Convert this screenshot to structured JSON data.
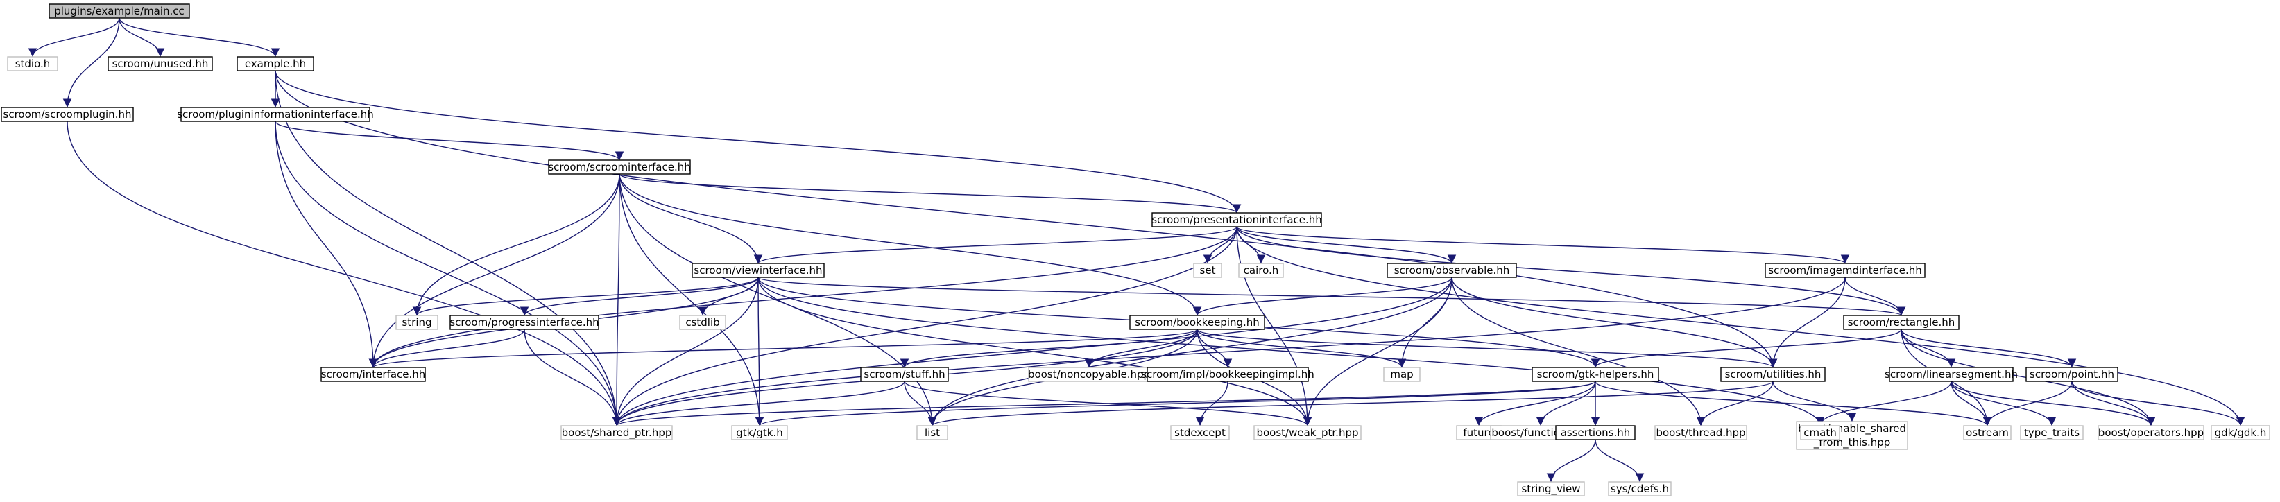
{
  "colors": {
    "edge": "#191970",
    "root_fill": "#bfbfbf",
    "node_fill": "#ffffff",
    "local_border": "#000000",
    "system_border": "#bfbfbf",
    "system_text": "#3f3f3f"
  },
  "nodes": [
    {
      "id": "main_cc",
      "label": "plugins/example/main.cc",
      "kind": "root"
    },
    {
      "id": "stdio_h",
      "label": "stdio.h",
      "kind": "system"
    },
    {
      "id": "unused_hh",
      "label": "scroom/unused.hh",
      "kind": "local"
    },
    {
      "id": "example_hh",
      "label": "example.hh",
      "kind": "local"
    },
    {
      "id": "scroomplugin_hh",
      "label": "scroom/scroomplugin.hh",
      "kind": "local"
    },
    {
      "id": "plugininfo_hh",
      "label": "scroom/plugininformationinterface.hh",
      "kind": "local"
    },
    {
      "id": "scroominterface_hh",
      "label": "scroom/scroominterface.hh",
      "kind": "local"
    },
    {
      "id": "presentationinterface_hh",
      "label": "scroom/presentationinterface.hh",
      "kind": "local"
    },
    {
      "id": "viewinterface_hh",
      "label": "scroom/viewinterface.hh",
      "kind": "local"
    },
    {
      "id": "set",
      "label": "set",
      "kind": "system"
    },
    {
      "id": "cairo_h",
      "label": "cairo.h",
      "kind": "system"
    },
    {
      "id": "observable_hh",
      "label": "scroom/observable.hh",
      "kind": "local"
    },
    {
      "id": "imagemdinterface_hh",
      "label": "scroom/imagemdinterface.hh",
      "kind": "local"
    },
    {
      "id": "string",
      "label": "string",
      "kind": "system"
    },
    {
      "id": "progressinterface_hh",
      "label": "scroom/progressinterface.hh",
      "kind": "local"
    },
    {
      "id": "cstdlib",
      "label": "cstdlib",
      "kind": "system"
    },
    {
      "id": "bookkeeping_hh",
      "label": "scroom/bookkeeping.hh",
      "kind": "local"
    },
    {
      "id": "rectangle_hh",
      "label": "scroom/rectangle.hh",
      "kind": "local"
    },
    {
      "id": "interface_hh",
      "label": "scroom/interface.hh",
      "kind": "local"
    },
    {
      "id": "noncopyable_hpp",
      "label": "boost/noncopyable.hpp",
      "kind": "system"
    },
    {
      "id": "map",
      "label": "map",
      "kind": "system"
    },
    {
      "id": "gtkhelpers_hh",
      "label": "scroom/gtk-helpers.hh",
      "kind": "local"
    },
    {
      "id": "utilities_hh",
      "label": "scroom/utilities.hh",
      "kind": "local"
    },
    {
      "id": "linearsegment_hh",
      "label": "scroom/linearsegment.hh",
      "kind": "local"
    },
    {
      "id": "point_hh",
      "label": "scroom/point.hh",
      "kind": "local"
    },
    {
      "id": "stuff_hh",
      "label": "scroom/stuff.hh",
      "kind": "local"
    },
    {
      "id": "bookkeepingimpl_hh",
      "label": "scroom/impl/bookkeepingimpl.hh",
      "kind": "local"
    },
    {
      "id": "shared_ptr_hpp",
      "label": "boost/shared_ptr.hpp",
      "kind": "system"
    },
    {
      "id": "gtk_h",
      "label": "gtk/gtk.h",
      "kind": "system"
    },
    {
      "id": "list",
      "label": "list",
      "kind": "system"
    },
    {
      "id": "weak_ptr_hpp",
      "label": "boost/weak_ptr.hpp",
      "kind": "system"
    },
    {
      "id": "stdexcept",
      "label": "stdexcept",
      "kind": "system"
    },
    {
      "id": "future",
      "label": "future",
      "kind": "system"
    },
    {
      "id": "function_hpp",
      "label": "boost/function.hpp",
      "kind": "system"
    },
    {
      "id": "assertions_hh",
      "label": "assertions.hh",
      "kind": "local"
    },
    {
      "id": "thread_hpp",
      "label": "boost/thread.hpp",
      "kind": "system"
    },
    {
      "id": "enable_shared_hpp",
      "label": [
        "boost/enable_shared",
        "_from_this.hpp"
      ],
      "kind": "system"
    },
    {
      "id": "cmath",
      "label": "cmath",
      "kind": "system"
    },
    {
      "id": "ostream",
      "label": "ostream",
      "kind": "system"
    },
    {
      "id": "type_traits",
      "label": "type_traits",
      "kind": "system"
    },
    {
      "id": "operators_hpp",
      "label": "boost/operators.hpp",
      "kind": "system"
    },
    {
      "id": "gdk_h",
      "label": "gdk/gdk.h",
      "kind": "system"
    },
    {
      "id": "string_view",
      "label": "string_view",
      "kind": "system"
    },
    {
      "id": "sys_cdefs_h",
      "label": "sys/cdefs.h",
      "kind": "system"
    }
  ],
  "edges": [
    [
      "main_cc",
      "stdio_h"
    ],
    [
      "main_cc",
      "unused_hh"
    ],
    [
      "main_cc",
      "example_hh"
    ],
    [
      "main_cc",
      "scroomplugin_hh"
    ],
    [
      "scroomplugin_hh",
      "shared_ptr_hpp"
    ],
    [
      "example_hh",
      "plugininfo_hh"
    ],
    [
      "example_hh",
      "presentationinterface_hh"
    ],
    [
      "example_hh",
      "shared_ptr_hpp"
    ],
    [
      "example_hh",
      "utilities_hh"
    ],
    [
      "plugininfo_hh",
      "scroominterface_hh"
    ],
    [
      "plugininfo_hh",
      "interface_hh"
    ],
    [
      "plugininfo_hh",
      "shared_ptr_hpp"
    ],
    [
      "scroominterface_hh",
      "presentationinterface_hh"
    ],
    [
      "scroominterface_hh",
      "viewinterface_hh"
    ],
    [
      "scroominterface_hh",
      "bookkeeping_hh"
    ],
    [
      "scroominterface_hh",
      "string"
    ],
    [
      "scroominterface_hh",
      "interface_hh"
    ],
    [
      "scroominterface_hh",
      "shared_ptr_hpp"
    ],
    [
      "scroominterface_hh",
      "gtk_h"
    ],
    [
      "scroominterface_hh",
      "list"
    ],
    [
      "presentationinterface_hh",
      "viewinterface_hh"
    ],
    [
      "presentationinterface_hh",
      "set"
    ],
    [
      "presentationinterface_hh",
      "cairo_h"
    ],
    [
      "presentationinterface_hh",
      "observable_hh"
    ],
    [
      "presentationinterface_hh",
      "imagemdinterface_hh"
    ],
    [
      "presentationinterface_hh",
      "rectangle_hh"
    ],
    [
      "presentationinterface_hh",
      "interface_hh"
    ],
    [
      "presentationinterface_hh",
      "shared_ptr_hpp"
    ],
    [
      "presentationinterface_hh",
      "weak_ptr_hpp"
    ],
    [
      "presentationinterface_hh",
      "gdk_h"
    ],
    [
      "viewinterface_hh",
      "string"
    ],
    [
      "viewinterface_hh",
      "progressinterface_hh"
    ],
    [
      "viewinterface_hh",
      "cstdlib"
    ],
    [
      "viewinterface_hh",
      "interface_hh"
    ],
    [
      "viewinterface_hh",
      "rectangle_hh"
    ],
    [
      "viewinterface_hh",
      "shared_ptr_hpp"
    ],
    [
      "viewinterface_hh",
      "gtk_h"
    ],
    [
      "viewinterface_hh",
      "weak_ptr_hpp"
    ],
    [
      "viewinterface_hh",
      "gtkhelpers_hh"
    ],
    [
      "viewinterface_hh",
      "cmath"
    ],
    [
      "progressinterface_hh",
      "interface_hh"
    ],
    [
      "progressinterface_hh",
      "shared_ptr_hpp"
    ],
    [
      "observable_hh",
      "bookkeeping_hh"
    ],
    [
      "observable_hh",
      "map"
    ],
    [
      "observable_hh",
      "list"
    ],
    [
      "observable_hh",
      "utilities_hh"
    ],
    [
      "observable_hh",
      "shared_ptr_hpp"
    ],
    [
      "observable_hh",
      "weak_ptr_hpp"
    ],
    [
      "observable_hh",
      "thread_hpp"
    ],
    [
      "imagemdinterface_hh",
      "rectangle_hh"
    ],
    [
      "imagemdinterface_hh",
      "utilities_hh"
    ],
    [
      "imagemdinterface_hh",
      "shared_ptr_hpp"
    ],
    [
      "bookkeeping_hh",
      "interface_hh"
    ],
    [
      "bookkeeping_hh",
      "noncopyable_hpp"
    ],
    [
      "bookkeeping_hh",
      "map"
    ],
    [
      "bookkeeping_hh",
      "stuff_hh"
    ],
    [
      "bookkeeping_hh",
      "bookkeepingimpl_hh"
    ],
    [
      "bookkeeping_hh",
      "utilities_hh"
    ],
    [
      "bookkeeping_hh",
      "shared_ptr_hpp"
    ],
    [
      "bookkeeping_hh",
      "weak_ptr_hpp"
    ],
    [
      "bookkeeping_hh",
      "list"
    ],
    [
      "rectangle_hh",
      "gtkhelpers_hh"
    ],
    [
      "rectangle_hh",
      "linearsegment_hh"
    ],
    [
      "rectangle_hh",
      "point_hh"
    ],
    [
      "rectangle_hh",
      "ostream"
    ],
    [
      "rectangle_hh",
      "operators_hpp"
    ],
    [
      "stuff_hh",
      "list"
    ],
    [
      "stuff_hh",
      "weak_ptr_hpp"
    ],
    [
      "stuff_hh",
      "shared_ptr_hpp"
    ],
    [
      "bookkeepingimpl_hh",
      "stdexcept"
    ],
    [
      "gtkhelpers_hh",
      "gtk_h"
    ],
    [
      "gtkhelpers_hh",
      "future"
    ],
    [
      "gtkhelpers_hh",
      "function_hpp"
    ],
    [
      "gtkhelpers_hh",
      "assertions_hh"
    ],
    [
      "gtkhelpers_hh",
      "ostream"
    ],
    [
      "gtkhelpers_hh",
      "shared_ptr_hpp"
    ],
    [
      "assertions_hh",
      "string_view"
    ],
    [
      "assertions_hh",
      "sys_cdefs_h"
    ],
    [
      "utilities_hh",
      "thread_hpp"
    ],
    [
      "utilities_hh",
      "enable_shared_hpp"
    ],
    [
      "utilities_hh",
      "list"
    ],
    [
      "linearsegment_hh",
      "cmath"
    ],
    [
      "linearsegment_hh",
      "ostream"
    ],
    [
      "linearsegment_hh",
      "type_traits"
    ],
    [
      "linearsegment_hh",
      "operators_hpp"
    ],
    [
      "point_hh",
      "ostream"
    ],
    [
      "point_hh",
      "operators_hpp"
    ],
    [
      "point_hh",
      "gdk_h"
    ]
  ]
}
